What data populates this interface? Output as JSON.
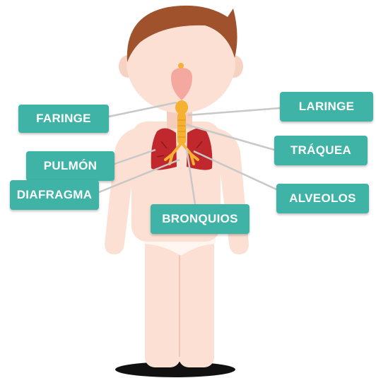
{
  "diagram": {
    "labels": {
      "faringe": "FARINGE",
      "laringe": "LARINGE",
      "pulmon": "PULMÓN",
      "traquea": "TRÁQUEA",
      "diafragma": "DIAFRAGMA",
      "alveolos": "ALVEOLOS",
      "bronquios": "BRONQUIOS"
    }
  },
  "colors": {
    "label_bg": "#3fb3a6",
    "skin": "#fbe0d3",
    "hair": "#a0522d",
    "lungs": "#c0282d",
    "trachea": "#f6b132",
    "shadow": "#111111",
    "leader_line": "#c8c8c8"
  }
}
